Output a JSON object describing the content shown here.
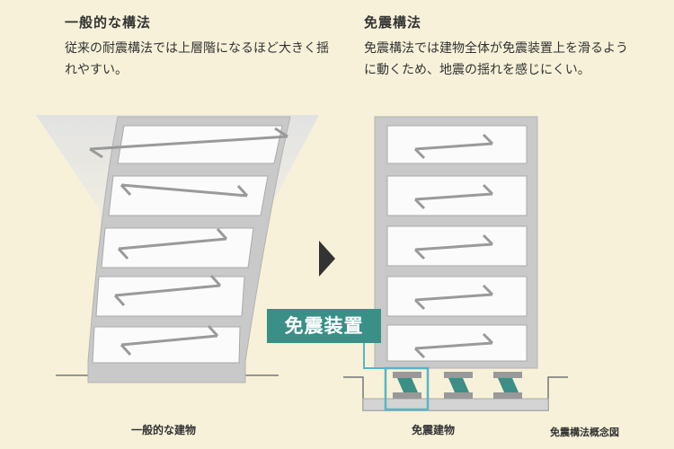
{
  "left": {
    "heading": "一般的な構法",
    "description": "従来の耐震構法では上層階になるほど大きく揺れやすい。",
    "caption": "一般的な建物"
  },
  "right": {
    "heading": "免震構法",
    "description": "免震構法では建物全体が免震装置上を滑るように動くため、地震の揺れを感じにくい。",
    "caption": "免震建物"
  },
  "device_label": "免震装置",
  "diagram_caption": "免震構法概念図",
  "colors": {
    "background": "#f6f1d8",
    "building_frame": "#c9c9c9",
    "arrow": "#9a9a9a",
    "device_accent": "#3a8f86",
    "highlight_box": "#5ab4c6"
  },
  "icons": [
    "play-arrow-icon"
  ]
}
